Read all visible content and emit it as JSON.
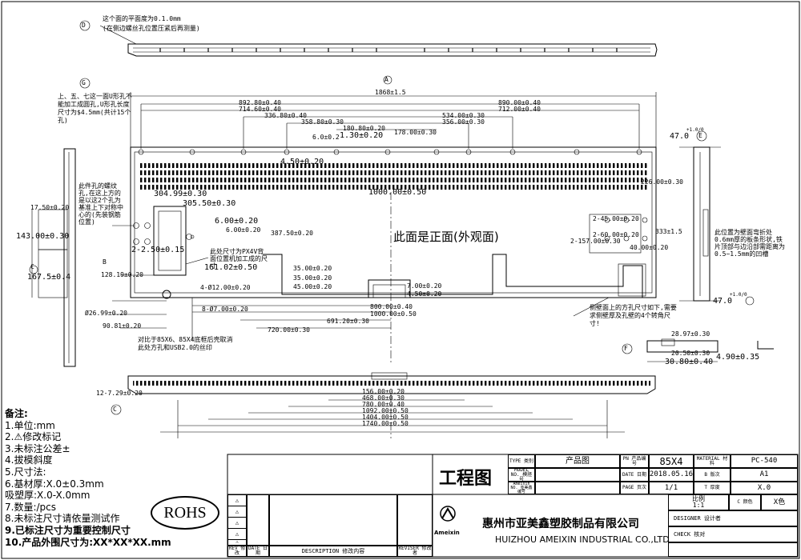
{
  "top_view": {
    "label": "D",
    "note1": "这个面的平面度为0.1.0mm",
    "note2": "(在侧边螺丝孔位置压紧后再测量)"
  },
  "detail_g": {
    "label": "G",
    "note": "上、五、七这一面U形孔不能加工成圆孔,U形孔长度尺寸为$4.5mm(共计15个孔)"
  },
  "main": {
    "label_a": "A",
    "overall": "1868±1.5",
    "dim_892": "892.80±0.40",
    "dim_714": "714.60±0.40",
    "dim_336": "336.80±0.40",
    "dim_358": "358.80±0.30",
    "dim_180": "180.80±0.20",
    "dim_6": "6.0±0.2",
    "dim_1_3": "1.30±0.20",
    "dim_178": "178.00±0.30",
    "dim_890": "890.00±0.40",
    "dim_712": "712.00±0.40",
    "dim_534": "534.00±0.30",
    "dim_356": "356.00±0.30",
    "dim_4_5": "4.50±0.20",
    "dim_1000": "1000.00±0.50",
    "dim_304": "304.99±0.30",
    "dim_305": "305.50±0.30",
    "dim_6_b": "6.00±0.20",
    "dim_6_c": "6.00±0.20",
    "dim_2_5": "2-2.50±0.15",
    "dim_161": "161.02±0.50",
    "note_mid": "此处尺寸为PX4V背面位置机加工成的尺寸",
    "dim_387": "387.50±0.20",
    "dim_35": "35.00±0.20",
    "dim_35b": "35.00±0.20",
    "dim_45": "45.00±0.20",
    "dim_4_12": "4-Ø12.00±0.20",
    "dim_8_7": "8-Ø7.00±0.20",
    "dim_7": "7.00±0.20",
    "dim_4_5b": "4.50±0.20",
    "dim_800": "800.00±0.40",
    "dim_1000b": "1000.00±0.50",
    "dim_691": "691.20±0.30",
    "dim_720": "720.00±0.30",
    "dim_26": "Ø26.99±0.20",
    "dim_90": "90.81±0.20",
    "dim_128": "128.19±0.20",
    "dim_17": "17.50±0.20",
    "dim_143": "143.00±0.30",
    "dim_167": "167.5±0.4",
    "dim_226": "226.00±0.30",
    "dim_2_45": "2-45.00±0.20",
    "dim_2_60": "2-60.00±0.20",
    "dim_2_157": "2-157.00±0.30",
    "dim_333": "333±1.5",
    "dim_40": "40.00±0.20",
    "center_text": "此面是正面(外观面)",
    "note_left": "此件孔的螺纹孔,在这上方的是以这2个孔为基准上下对称中心的(先装钢筋位置)",
    "note_bottom": "对比于85X6、85X4底框后壳取消此处方孔和USB2.0的丝印",
    "note_right_bottom": "侧壁面上的方孔尺寸如下,需要求侧壁厚及孔壁的4个转角尺寸!",
    "label_c": "C",
    "label_b": "B",
    "label_f": "F"
  },
  "side_view": {
    "label": "E",
    "dim_top": "47.0",
    "tol_top": "+1.0/0",
    "dim_bot": "47.0",
    "tol_bot": "+1.0/0",
    "note": "此位置为壁面弯折处0.6mm厚的板条形状,铁片顶部与边沿部需距离为0.5~1.5mm的凹槽"
  },
  "detail_f": {
    "dim_28": "28.97±0.30",
    "dim_20": "20.50±0.30",
    "dim_30": "30.80±0.40",
    "dim_4_9": "4.90±0.35"
  },
  "bottom_view": {
    "label": "C",
    "dim_12": "12-7.29±0.20",
    "dims": [
      "156.00±0.20",
      "468.00±0.30",
      "780.00±0.40",
      "1092.00±0.50",
      "1404.00±0.50",
      "1740.00±0.50"
    ]
  },
  "notes": {
    "title": "备注:",
    "items": [
      "1.单位:mm",
      "2.⚠修改标记",
      "3.未标注公差±",
      "4.拔模斜度",
      "5.尺寸法:",
      "6.基材厚:X.0±0.3mm",
      "  吸塑厚:X.0-X.0mm",
      "7.数量:/pcs",
      "8.未标注尺寸请依量测试作",
      "9.已标注尺寸为重要控制尺寸",
      "10.产品外围尺寸为:XX*XX*XX.mm"
    ]
  },
  "rohs": "ROHS",
  "revision_table": {
    "headers": [
      "REV 修改",
      "DATE 日期",
      "DESCRIPTION 修改内容",
      "REVISER 修改者"
    ],
    "marks": [
      "⚠",
      "⚠",
      "⚠",
      "⚠",
      "⚠"
    ]
  },
  "title_block": {
    "drawing_type": "工程图",
    "type_label": "TYPE 类别",
    "type_value": "产品图",
    "model_label": "MODEL NO. 模胚号",
    "ameixin_label": "Ameixin NO. 亚美鑫编号",
    "pn_label": "PN 产品编号",
    "pn_value": "85X4",
    "date_label": "DATE 日期",
    "date_value": "2018.05.16",
    "page_label": "PAGE 页次",
    "page_value": "1/1",
    "scale_label": "比例",
    "scale_value": "1:1",
    "material_label": "MATERIAL 材料",
    "material_value": "PC-540",
    "b_label": "B 版次",
    "b_value": "A1",
    "t_label": "T 厚度",
    "t_value": "X.0",
    "c_label": "C 颜色",
    "c_value": "X色",
    "designer_label": "DESIGNER 设计者",
    "check_label": "CHECK 核对",
    "company_cn": "惠州市亚美鑫塑胶制品有限公司",
    "company_en": "HUIZHOU AMEIXIN INDUSTRIAL CO.,LTD",
    "logo_text": "Ameixin"
  }
}
